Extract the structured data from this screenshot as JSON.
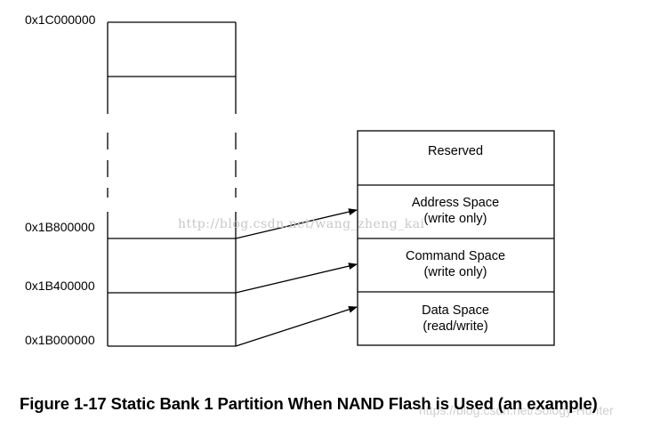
{
  "memory_map": {
    "addresses": {
      "top": "0x1C000000",
      "mid_high": "0x1B800000",
      "mid_low": "0x1B400000",
      "bottom": "0x1B000000"
    }
  },
  "partition": {
    "reserved": "Reserved",
    "address_space": {
      "name": "Address Space",
      "access": "(write only)"
    },
    "command_space": {
      "name": "Command Space",
      "access": "(write only)"
    },
    "data_space": {
      "name": "Data Space",
      "access": "(read/write)"
    }
  },
  "watermark": {
    "center": "http://blog.csdn.net/wang_zheng_kai",
    "bottom": "https://blog.csdn.net/Sology-Hunter"
  },
  "caption": "Figure 1-17 Static Bank 1 Partition When NAND Flash is Used (an example)"
}
